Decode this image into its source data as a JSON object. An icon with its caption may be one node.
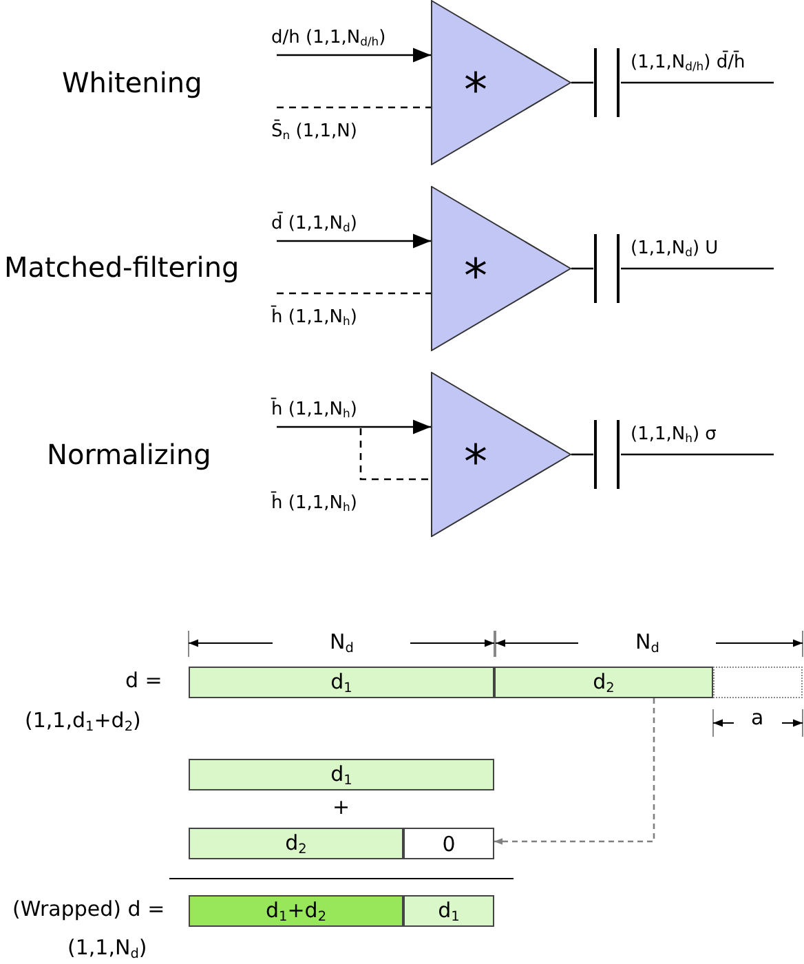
{
  "diagram": {
    "nodes": [
      {
        "text": [
          "*"
        ]
      },
      {
        "text": [],
        "shape": "bar"
      },
      {
        "text": [
          "*"
        ]
      },
      {
        "text": [],
        "shape": "bar"
      },
      {
        "text": [
          "*"
        ]
      },
      {
        "text": [],
        "shape": "bar"
      },
      {
        "text": [
          "d$_{1}$"
        ]
      },
      {
        "text": [
          "d$_{2}$"
        ]
      },
      {
        "text": [],
        "shape": "box"
      },
      {
        "text": [
          "d$_{1}$"
        ]
      },
      {
        "text": [
          "d$_{2}$"
        ]
      },
      {
        "text": [
          "0"
        ]
      },
      {
        "text": [
          "d$_{1}$+d$_{2}$"
        ]
      },
      {
        "text": [
          "d$_{1}$"
        ]
      }
    ],
    "edges": [
      {
        "from": null,
        "to": 0,
        "arrow": "to",
        "label": "d/h (1,1,N$_{d/h}$)"
      },
      {
        "from": null,
        "to": 0,
        "arrow": "none",
        "style": "dashed",
        "label": "S̄$_{n}$ (1,1,N)"
      },
      {
        "from": 0,
        "to": 1,
        "arrow": "none"
      },
      {
        "from": 1,
        "to": null,
        "arrow": "none",
        "label": "(1,1,N$_{d/h}$) d̄/h̄"
      },
      {
        "from": null,
        "to": 2,
        "arrow": "to",
        "label": "d̄ (1,1,N$_{d}$)"
      },
      {
        "from": null,
        "to": 2,
        "arrow": "none",
        "style": "dashed",
        "label": "h̄ (1,1,N$_{h}$)"
      },
      {
        "from": 2,
        "to": 3,
        "arrow": "none"
      },
      {
        "from": 3,
        "to": null,
        "arrow": "none",
        "label": "(1,1,N$_{d}$) U"
      },
      {
        "from": null,
        "to": 4,
        "arrow": "to",
        "label": "h̄ (1,1,N$_{h}$)"
      },
      {
        "from": null,
        "to": 4,
        "arrow": "none",
        "style": "dashed",
        "label": "h̄ (1,1,N$_{h}$)"
      },
      {
        "from": 4,
        "to": 5,
        "arrow": "none"
      },
      {
        "from": 5,
        "to": null,
        "arrow": "none",
        "label": "(1,1,N$_{h}$) σ"
      },
      {
        "from": 7,
        "to": 11,
        "arrow": "to",
        "style": "dashed",
        "color": "#808080"
      }
    ],
    "labels": [
      "Whitening",
      "Matched-filtering",
      "Normalizing",
      "N$_{d}$",
      "N$_{d}$",
      "d =",
      "(1,1,d$_{1}$+d$_{2}$)",
      "a",
      "+",
      "(Wrapped) d =",
      "(1,1,N$_{d}$)"
    ]
  }
}
